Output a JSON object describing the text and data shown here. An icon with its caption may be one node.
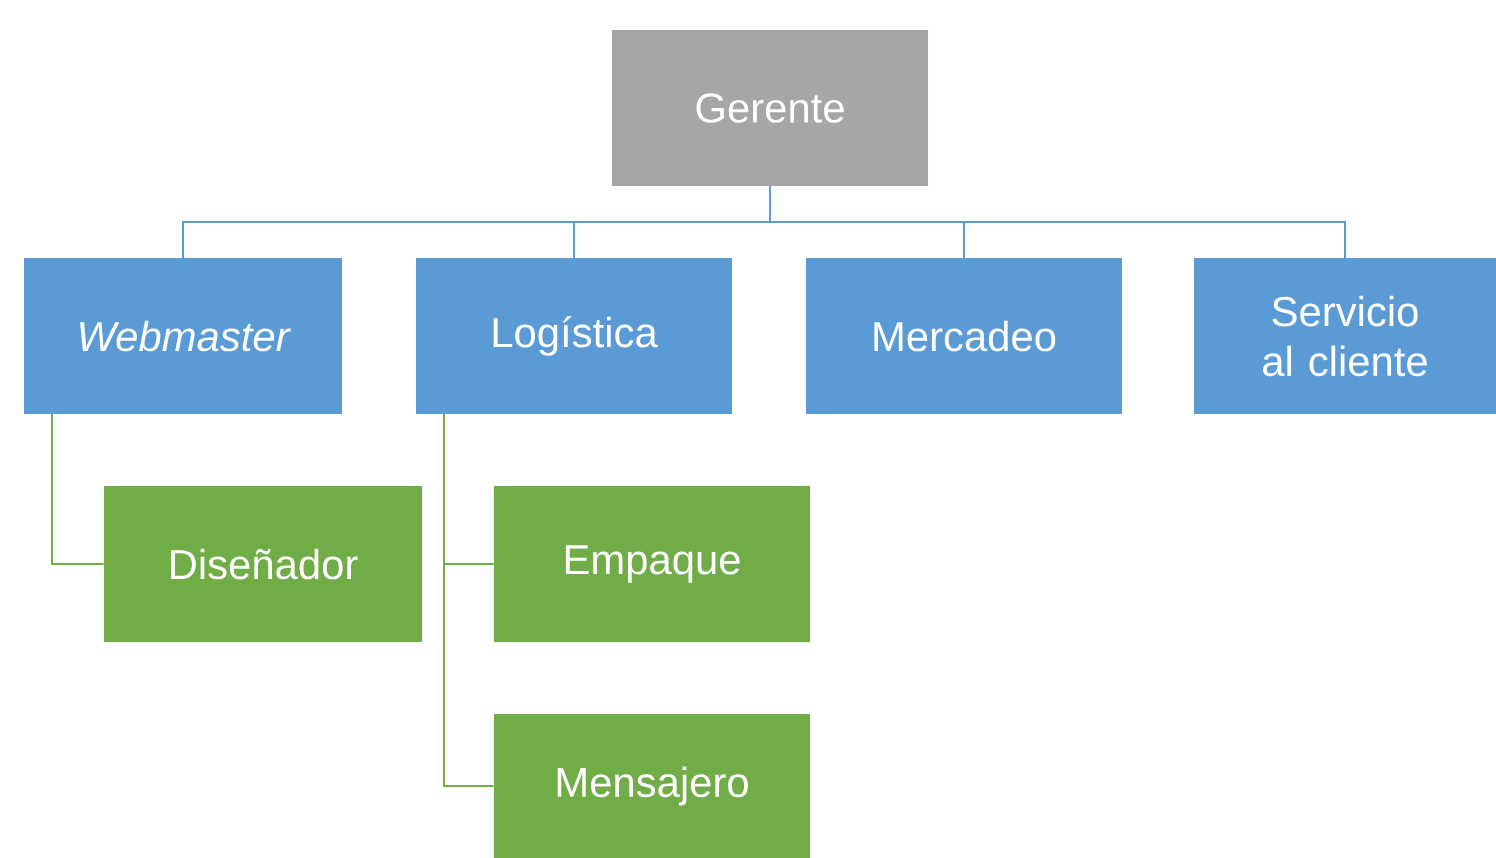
{
  "diagram": {
    "nodes": [
      {
        "text": [
          "Gerente"
        ]
      },
      {
        "text": [
          "Webmaster"
        ]
      },
      {
        "text": [
          "Logística"
        ]
      },
      {
        "text": [
          "Mercadeo"
        ]
      },
      {
        "text": [
          "Servicio al cliente"
        ]
      },
      {
        "text": [
          "Diseñador"
        ]
      },
      {
        "text": [
          "Empaque"
        ]
      },
      {
        "text": [
          "Mensajero"
        ]
      }
    ],
    "edges": [
      {
        "from": 0,
        "to": 1,
        "arrow": "none"
      },
      {
        "from": 0,
        "to": 2,
        "arrow": "none"
      },
      {
        "from": 0,
        "to": 3,
        "arrow": "none"
      },
      {
        "from": 0,
        "to": 4,
        "arrow": "none"
      },
      {
        "from": 1,
        "to": 5,
        "arrow": "none",
        "color": "#70ad47"
      },
      {
        "from": 2,
        "to": 6,
        "arrow": "none",
        "color": "#70ad47"
      },
      {
        "from": 2,
        "to": 7,
        "arrow": "none",
        "color": "#70ad47"
      }
    ]
  }
}
